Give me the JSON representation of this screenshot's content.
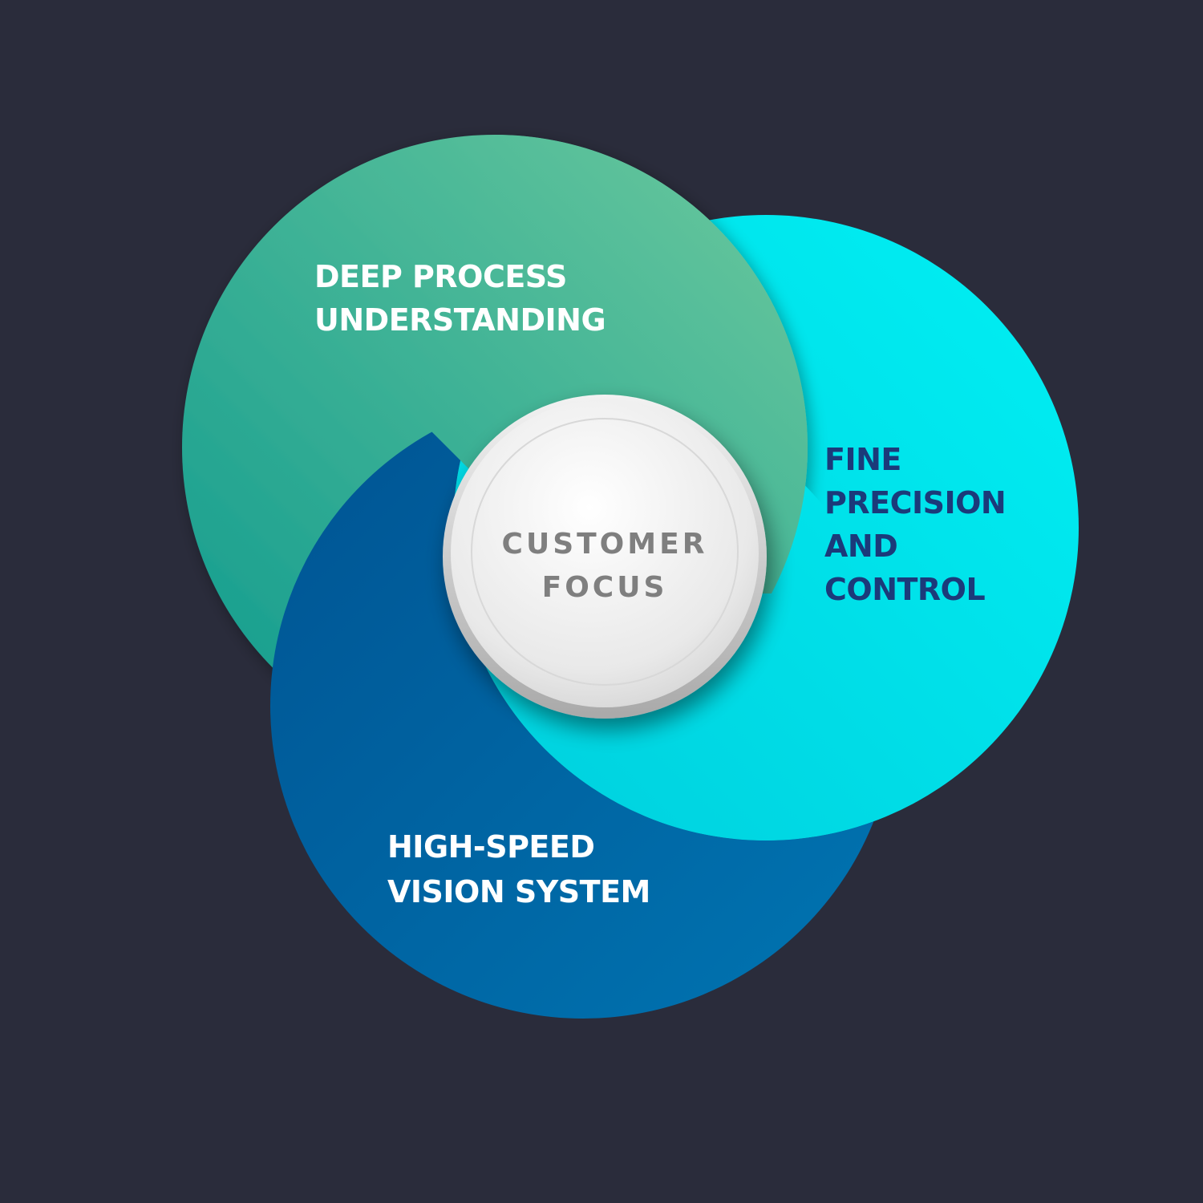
{
  "diagram": {
    "circles": [
      {
        "id": "deep-process",
        "lines": [
          "DEEP PROCESS",
          "UNDERSTANDING"
        ],
        "color_start": "#0e9a8e",
        "color_end": "#6cc99d"
      },
      {
        "id": "fine-precision",
        "lines": [
          "FINE",
          "PRECISION",
          "AND",
          "CONTROL"
        ],
        "color_start": "#00d2e0",
        "color_end": "#00eef2",
        "text_color": "#1b3a7a"
      },
      {
        "id": "high-speed",
        "lines": [
          "HIGH-SPEED",
          "VISION SYSTEM"
        ],
        "color_start": "#005a96",
        "color_end": "#0072ae"
      }
    ],
    "center": {
      "lines": [
        "CUSTOMER",
        "FOCUS"
      ],
      "text_color": "#7f7f7f"
    },
    "background": "#2a2c3b"
  }
}
